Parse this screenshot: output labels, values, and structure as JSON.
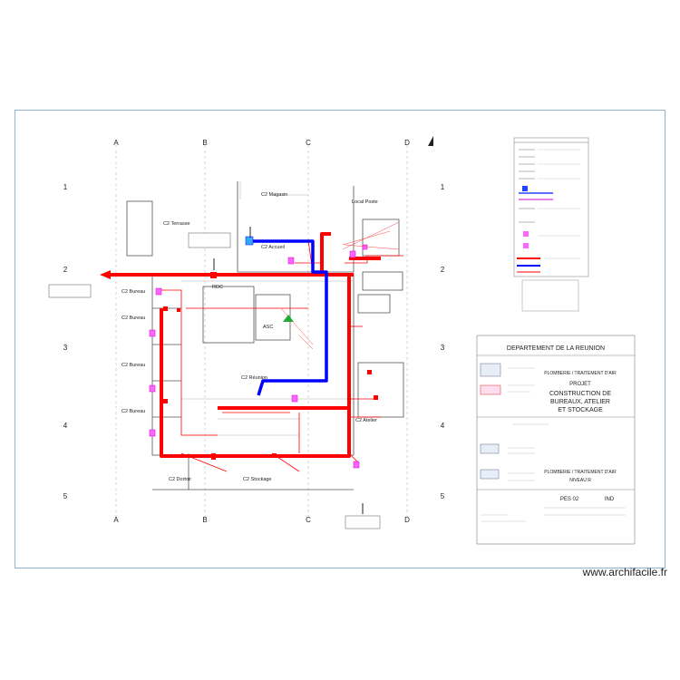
{
  "grid": {
    "columns": [
      "A",
      "B",
      "C",
      "D"
    ],
    "rows": [
      "1",
      "2",
      "3",
      "4",
      "5"
    ]
  },
  "rooms": {
    "terrasse": "C2 Terrasse",
    "accueil": "C2 Accueil",
    "magasin": "C2 Magasin",
    "asc": "ASC",
    "reunion": "C2 Réunion",
    "dortoir": "C2 Dortoir",
    "stockage": "C2 Stockage",
    "b1": "C2 Bureau",
    "b2": "C2 Bureau",
    "b3": "C2 Bureau",
    "b4": "C2 Bureau",
    "atelier": "C2 Atelier",
    "local": "Local Poste",
    "rdc": "RDC"
  },
  "title_block": {
    "department": "DEPARTEMENT DE LA REUNION",
    "line1": "PLOMBERIE / TRAITEMENT D'AIR",
    "project_label": "PROJET",
    "project": [
      "CONSTRUCTION DE",
      "BUREAUX, ATELIER",
      "ET STOCKAGE"
    ],
    "line2": "PLOMBERIE / TRAITEMENT D'AIR",
    "line3": "NIVEAU R",
    "plan_no": "PES 02",
    "index": "IND"
  },
  "watermark": "www.archifacile.fr",
  "colors": {
    "frame": "#8fb4d8",
    "supply": "#ff0000",
    "return": "#0000ff",
    "fixture": "#ff33ff",
    "walls": "#555555",
    "text": "#222222"
  }
}
